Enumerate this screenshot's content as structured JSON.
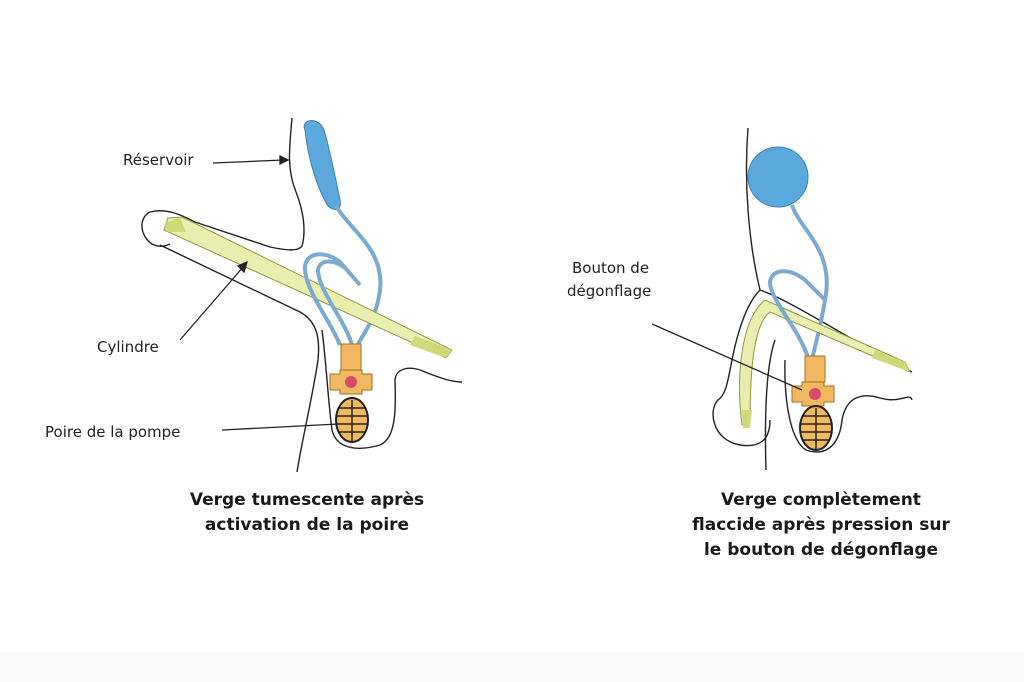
{
  "colors": {
    "reservoir": "#5aa8dc",
    "tube": "#8fb8d8",
    "cylinder": "#e8eeb0",
    "cylinder_tip": "#cfd97a",
    "pump": "#f0b860",
    "button": "#d64a6a",
    "outline": "#222222"
  },
  "left_figure": {
    "labels": {
      "reservoir": "Réservoir",
      "cylinder": "Cylindre",
      "pump": "Poire de la pompe"
    },
    "caption": [
      "Verge tumescente après",
      "activation de la poire"
    ]
  },
  "right_figure": {
    "labels": {
      "deflation_button": [
        "Bouton de",
        "dégonflage"
      ]
    },
    "caption": [
      "Verge complètement",
      "flaccide après pression sur",
      "le bouton de dégonflage"
    ]
  }
}
